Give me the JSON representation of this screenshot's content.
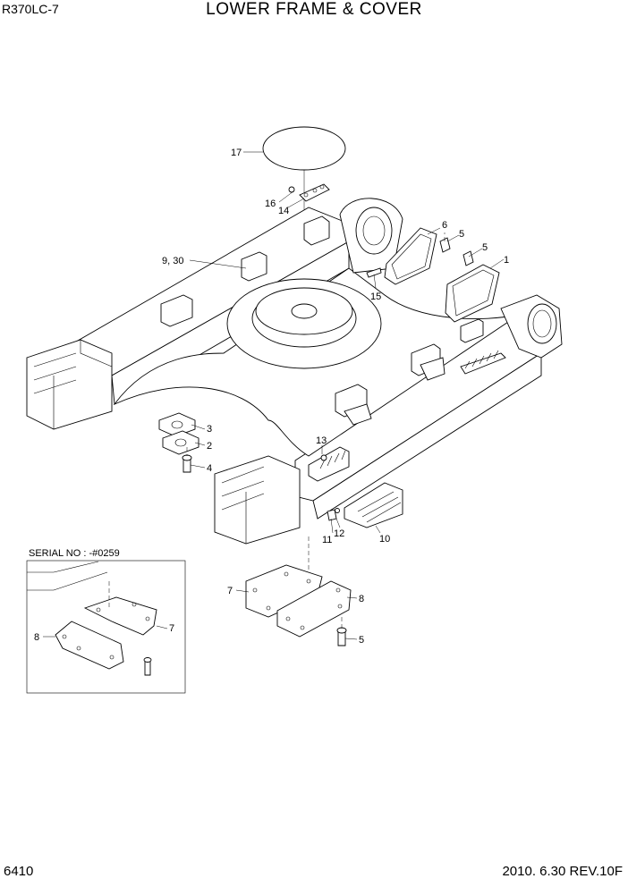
{
  "header": {
    "model": "R370LC-7",
    "title": "LOWER FRAME & COVER"
  },
  "footer": {
    "page_number": "6410",
    "revision": "2010. 6.30  REV.10F"
  },
  "inset": {
    "label": "SERIAL NO : -#0259"
  },
  "callouts": {
    "c1": "1",
    "c2": "2",
    "c3": "3",
    "c4": "4",
    "c5a": "5",
    "c5b": "5",
    "c5c": "5",
    "c6": "6",
    "c7a": "7",
    "c7b": "7",
    "c8a": "8",
    "c8b": "8",
    "c9": "9, 30",
    "c10": "10",
    "c11": "11",
    "c12": "12",
    "c13": "13",
    "c14": "14",
    "c15": "15",
    "c16": "16",
    "c17": "17"
  }
}
